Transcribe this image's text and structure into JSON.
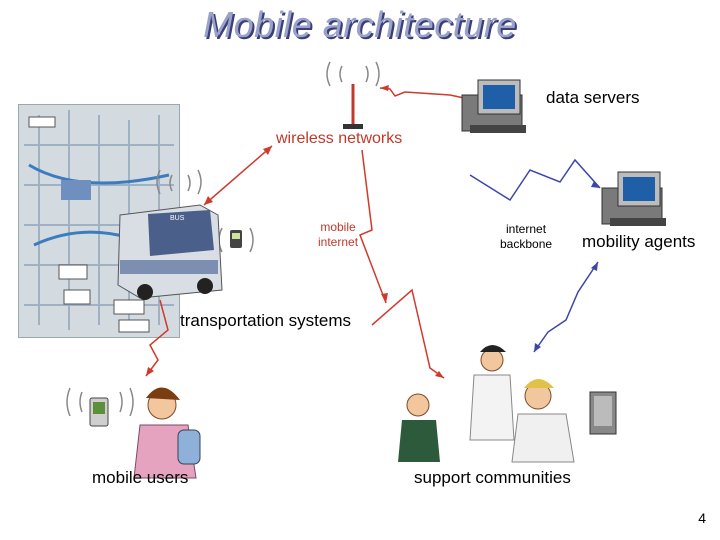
{
  "title": "Mobile architecture",
  "labels": {
    "data_servers": "data servers",
    "wireless_networks": "wireless networks",
    "mobile_internet": "mobile\ninternet",
    "internet_backbone": "internet\nbackbone",
    "mobility_agents": "mobility agents",
    "transportation_systems": "transportation systems",
    "mobile_users": "mobile users",
    "support_communities": "support communities"
  },
  "page_number": "4",
  "colors": {
    "title_fill": "#9aa2c8",
    "title_shadow": "#3a3f7a",
    "red_line": "#d03a2c",
    "blue_line": "#3a46a8",
    "antenna": "#c0392b"
  }
}
